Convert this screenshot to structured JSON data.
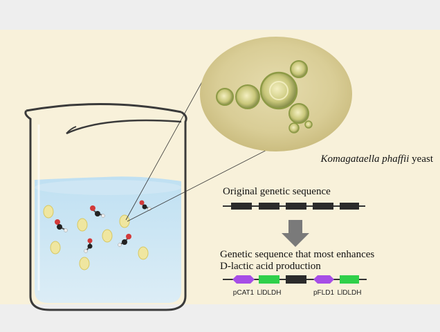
{
  "organism": {
    "species": "Komagataella phaffii",
    "suffix": " yeast"
  },
  "original": {
    "label": "Original genetic sequence"
  },
  "enhanced": {
    "label_line1": "Genetic sequence that most enhances",
    "label_line2": "D-lactic acid production",
    "genes": [
      {
        "label": "pCAT1",
        "color": "#a64ee6"
      },
      {
        "label": "LlDLDH",
        "color": "#2fd04a"
      },
      {
        "label": "",
        "color": "#2b2b2b"
      },
      {
        "label": "pFLD1",
        "color": "#a64ee6"
      },
      {
        "label": "LlDLDH",
        "color": "#2fd04a"
      }
    ]
  },
  "colors": {
    "background": "#f8f1da",
    "promoter": "#a64ee6",
    "gene": "#2fd04a",
    "block": "#2b2b2b",
    "arrow": "#7a7a7a"
  }
}
